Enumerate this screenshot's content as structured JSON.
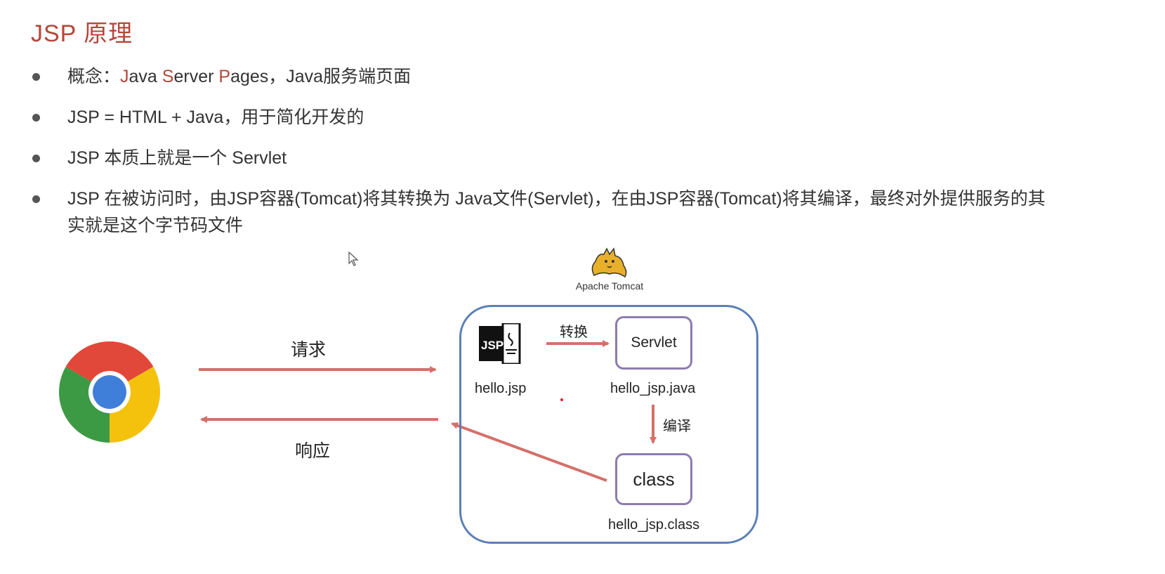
{
  "title": "JSP 原理",
  "bullets": [
    {
      "concept_prefix": "概念：",
      "j1": "J",
      "r1": "ava ",
      "s1": "S",
      "r2": "erver ",
      "p1": "P",
      "r3": "ages，Java服务端页面"
    },
    {
      "text": "JSP = HTML + Java，用于简化开发的"
    },
    {
      "text": "JSP 本质上就是一个 Servlet"
    },
    {
      "text": "JSP 在被访问时，由JSP容器(Tomcat)将其转换为 Java文件(Servlet)，在由JSP容器(Tomcat)将其编译，最终对外提供服务的其实就是这个字节码文件"
    }
  ],
  "diagram": {
    "tomcat_label": "Apache Tomcat",
    "request_label": "请求",
    "response_label": "响应",
    "convert_label": "转换",
    "compile_label": "编译",
    "jsp_icon_text": "JSP",
    "jsp_file": "hello.jsp",
    "servlet_node": "Servlet",
    "java_file": "hello_jsp.java",
    "class_node": "class",
    "class_file": "hello_jsp.class"
  },
  "colors": {
    "accent_red": "#b5463a",
    "arrow_red": "#d4706a",
    "container_blue": "#5b80b5",
    "node_purple": "#8e7bb0"
  },
  "icons": [
    "chrome-icon",
    "jsp-file-icon",
    "tomcat-logo-icon",
    "cursor-icon"
  ]
}
